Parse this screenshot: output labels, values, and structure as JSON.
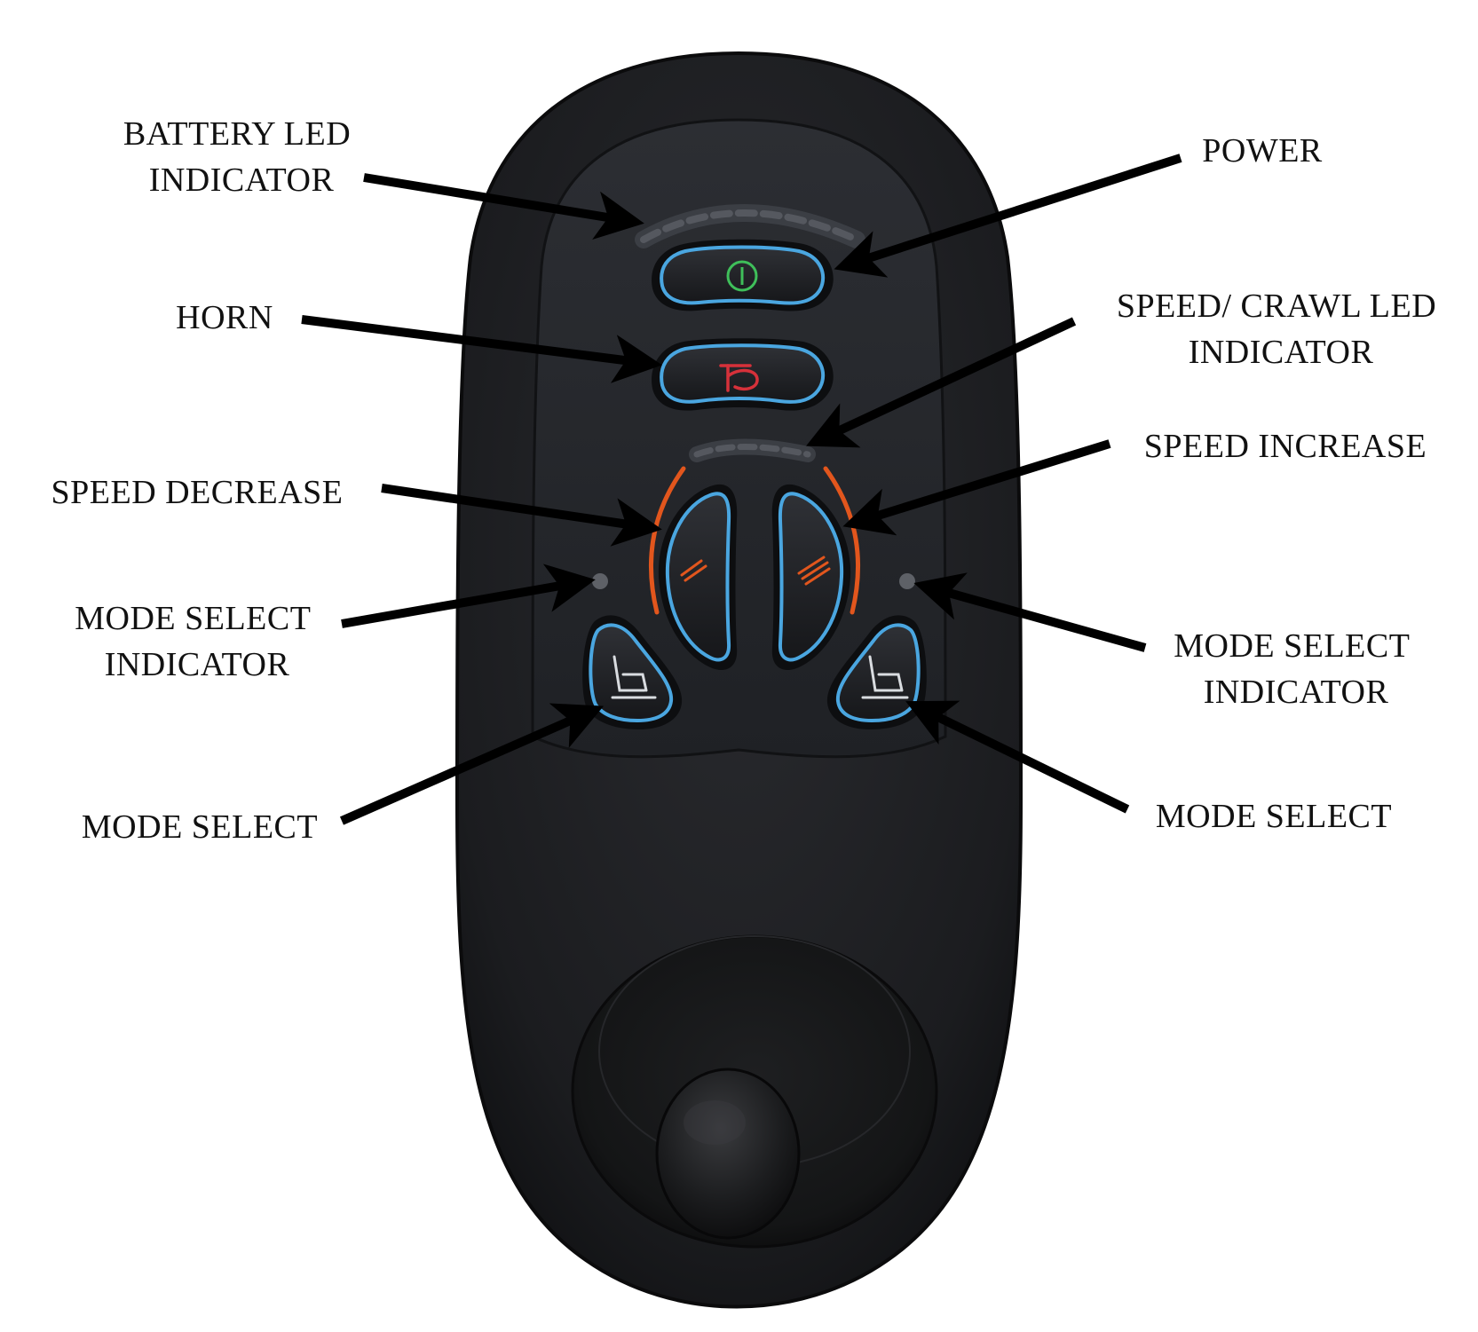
{
  "callouts": {
    "battery_led": {
      "line1": "BATTERY LED",
      "line2": "INDICATOR"
    },
    "power": {
      "line1": "POWER"
    },
    "horn": {
      "line1": "HORN"
    },
    "speed_crawl_led": {
      "line1": "SPEED/ CRAWL LED",
      "line2": "INDICATOR"
    },
    "speed_increase": {
      "line1": "SPEED INCREASE"
    },
    "speed_decrease": {
      "line1": "SPEED DECREASE"
    },
    "mode_select_indicator_left": {
      "line1": "MODE SELECT",
      "line2": "INDICATOR"
    },
    "mode_select_indicator_right": {
      "line1": "MODE SELECT",
      "line2": "INDICATOR"
    },
    "mode_select_left": {
      "line1": "MODE SELECT"
    },
    "mode_select_right": {
      "line1": "MODE SELECT"
    }
  },
  "icons": {
    "power": "power-icon",
    "horn": "horn-icon",
    "speed_decrease": "slow-speed-icon",
    "speed_increase": "fast-speed-icon",
    "mode_select": "reclining-seat-icon"
  },
  "colors": {
    "housing": "#1b1c1f",
    "panel": "#24262a",
    "button_ring": "#4aa6e0",
    "power_glyph": "#3fbf5a",
    "horn_glyph": "#d6313a",
    "speed_arc": "#e2561d",
    "arrow": "#000000"
  }
}
